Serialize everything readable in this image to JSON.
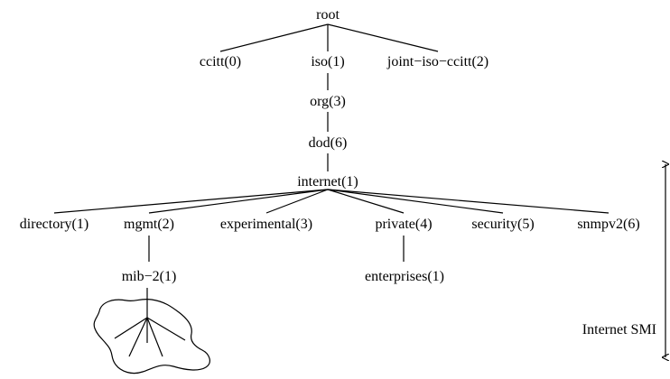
{
  "tree": {
    "root": "root",
    "level1": {
      "ccitt": "ccitt(0)",
      "iso": "iso(1)",
      "joint_iso_ccitt": "joint−iso−ccitt(2)"
    },
    "org": "org(3)",
    "dod": "dod(6)",
    "internet": "internet(1)",
    "internet_children": {
      "directory": "directory(1)",
      "mgmt": "mgmt(2)",
      "experimental": "experimental(3)",
      "private": "private(4)",
      "security": "security(5)",
      "snmpv2": "snmpv2(6)"
    },
    "mib2": "mib−2(1)",
    "enterprises": "enterprises(1)"
  },
  "side_label": "Internet SMI"
}
